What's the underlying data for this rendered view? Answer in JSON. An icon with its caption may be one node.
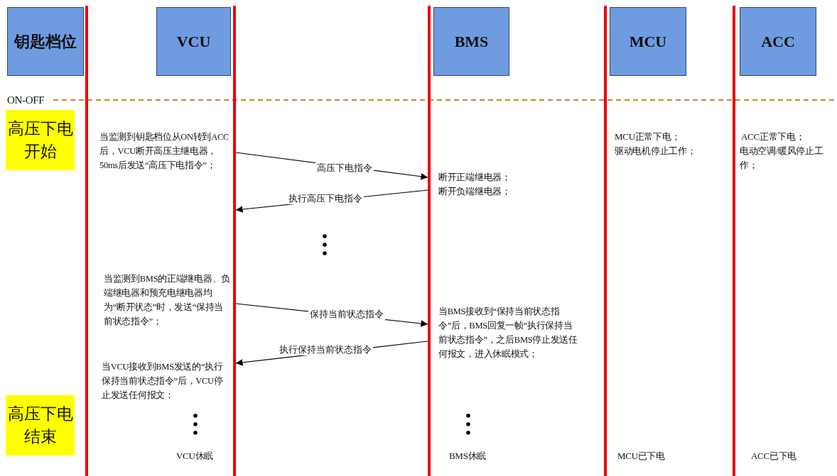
{
  "diagram": {
    "nodes": [
      {
        "text": [
          "钥匙档位"
        ]
      },
      {
        "text": [
          "VCU"
        ]
      },
      {
        "text": [
          "BMS"
        ]
      },
      {
        "text": [
          "MCU"
        ]
      },
      {
        "text": [
          "ACC"
        ]
      },
      {
        "text": [
          "高压下电开始"
        ]
      },
      {
        "text": [
          "高压下电结束"
        ]
      },
      {
        "text": [],
        "shape": "bar"
      },
      {
        "text": [],
        "shape": "bar"
      },
      {
        "text": [],
        "shape": "bar"
      },
      {
        "text": [],
        "shape": "bar"
      },
      {
        "text": [],
        "shape": "bar"
      }
    ],
    "edges": [
      {
        "from": 8,
        "to": 9,
        "arrow": "to",
        "label": "高压下电指令"
      },
      {
        "from": 9,
        "to": 8,
        "arrow": "to",
        "label": "执行高压下电指令"
      },
      {
        "from": 8,
        "to": 9,
        "arrow": "to",
        "label": "保持当前状态指令"
      },
      {
        "from": 9,
        "to": 8,
        "arrow": "to",
        "label": "执行保持当前状态指令"
      }
    ],
    "labels": [
      "ON-OFF",
      "当监测到钥匙档位从ON转到ACC后，VCU断开高压主继电器，50ms后发送“高压下电指令”；",
      "MCU正常下电；",
      "驱动电机停止工作；",
      "ACC正常下电；",
      "电动空调/暖风停止工作；",
      "断开正端继电器；",
      "断开负端继电器；",
      "当监测到BMS的正端继电器、负端继电器和预充电继电器均为“断开状态”时，发送“保持当前状态指令”；",
      "当BMS接收到“保持当前状态指令”后，BMS回复一帧“执行保持当前状态指令”，之后BMS停止发送任何报文，进入休眠模式；",
      "当VCU接收到BMS发送的“执行保持当前状态指令”后，VCU停止发送任何报文；",
      "VCU休眠",
      "BMS休眠",
      "MCU已下电",
      "ACC已下电"
    ]
  }
}
